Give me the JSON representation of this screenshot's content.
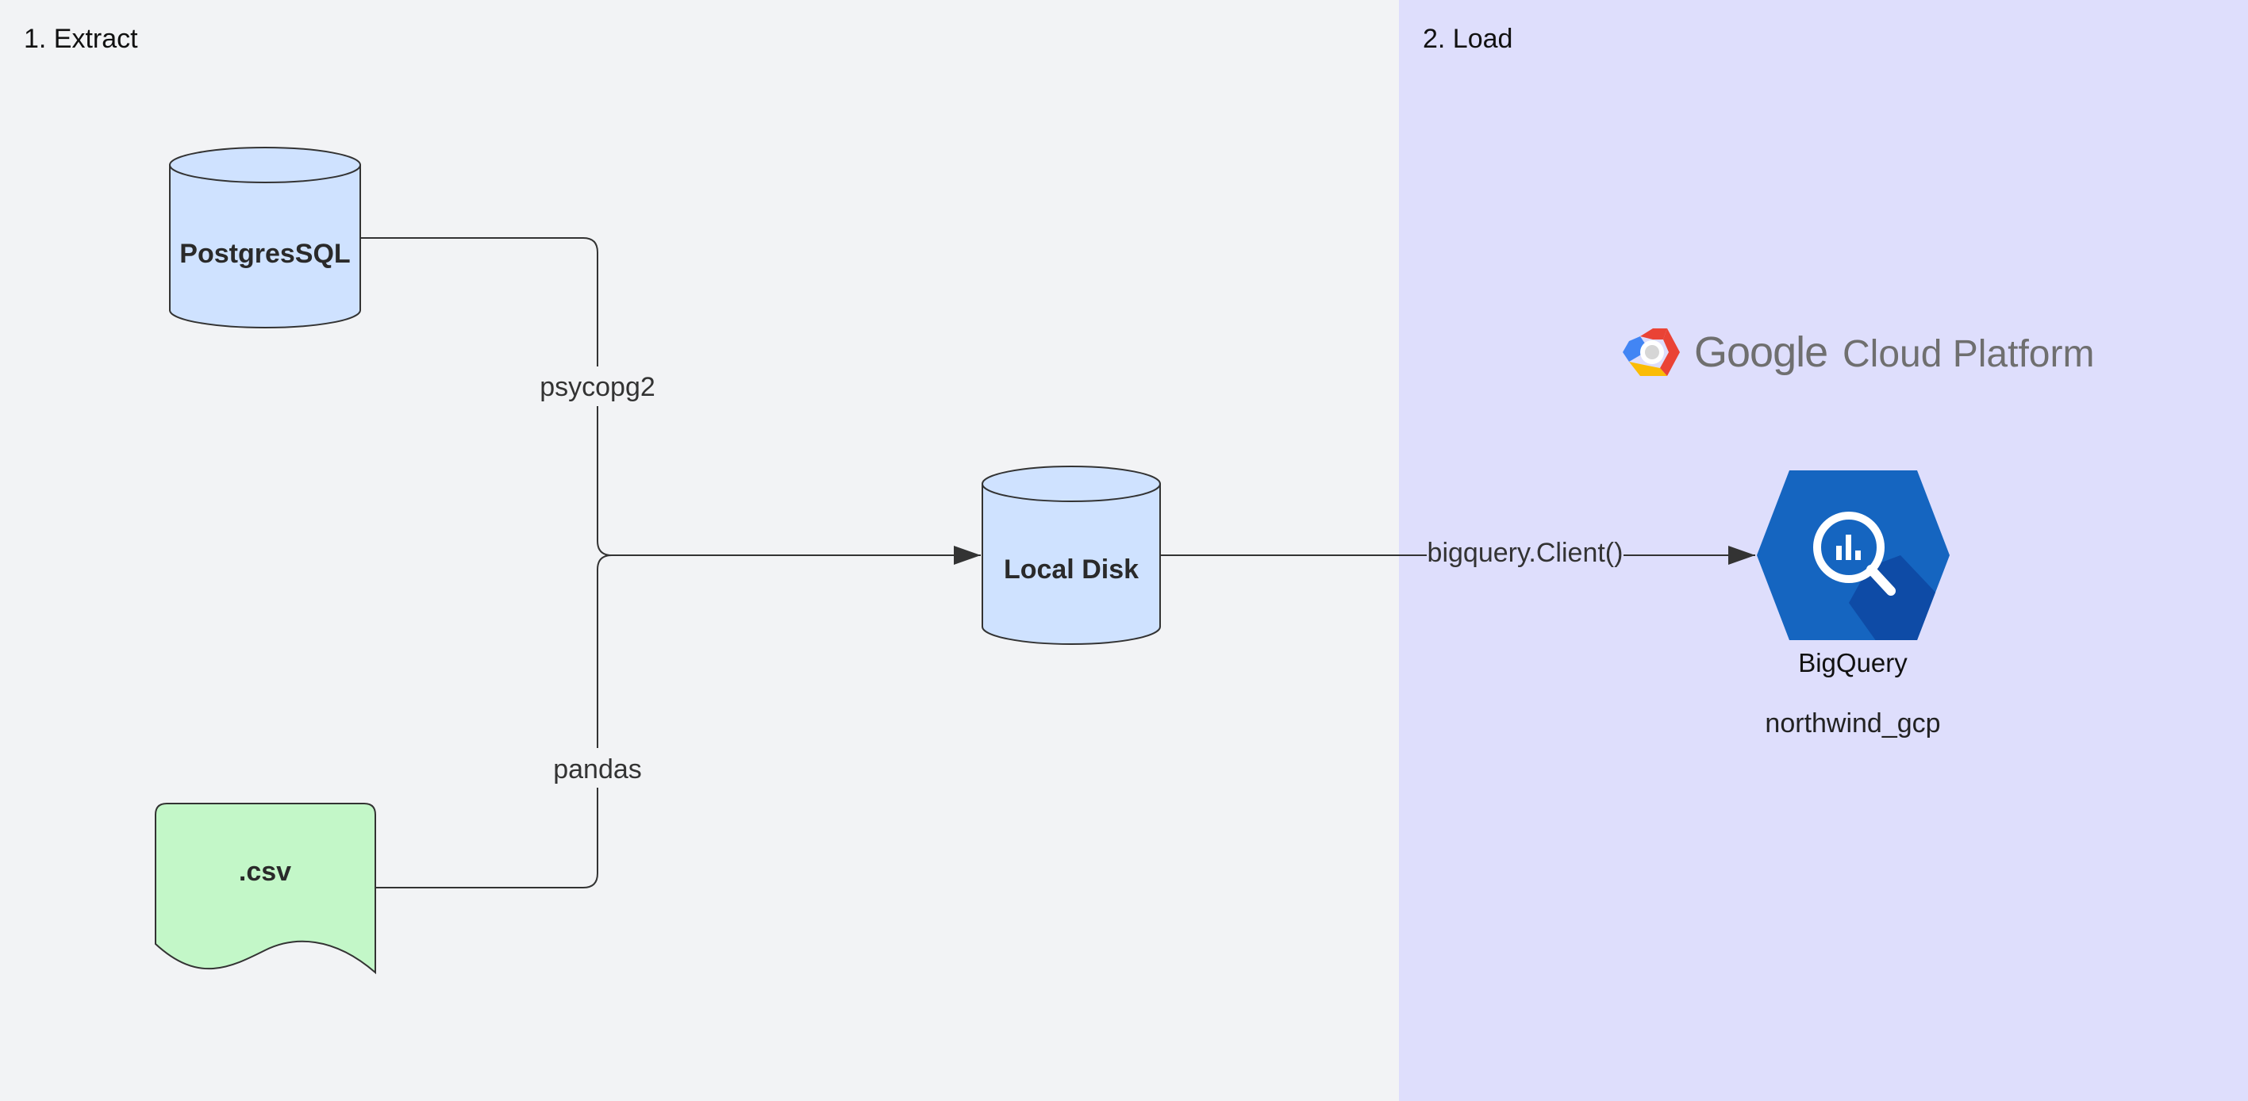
{
  "panels": {
    "extract": {
      "title": "1. Extract"
    },
    "load": {
      "title": "2. Load"
    }
  },
  "nodes": {
    "postgres": {
      "label": "PostgresSQL",
      "color": "#cfe2ff"
    },
    "csv": {
      "label": ".csv",
      "color": "#c3f7c8"
    },
    "local_disk": {
      "label": "Local Disk",
      "color": "#cfe2ff"
    },
    "bigquery": {
      "label": "BigQuery",
      "caption": "northwind_gcp",
      "color": "#1565c0"
    }
  },
  "edges": {
    "postgres_to_disk": {
      "label": "psycopg2"
    },
    "csv_to_disk": {
      "label": "pandas"
    },
    "disk_to_bigquery": {
      "label": "bigquery.Client()"
    }
  },
  "logo": {
    "google": "Google",
    "cloud_platform": "Cloud Platform",
    "icon": "gcp-hexagon-icon"
  },
  "colors": {
    "extract_bg": "#f2f3f5",
    "load_bg": "#dedefc",
    "line": "#333333"
  }
}
